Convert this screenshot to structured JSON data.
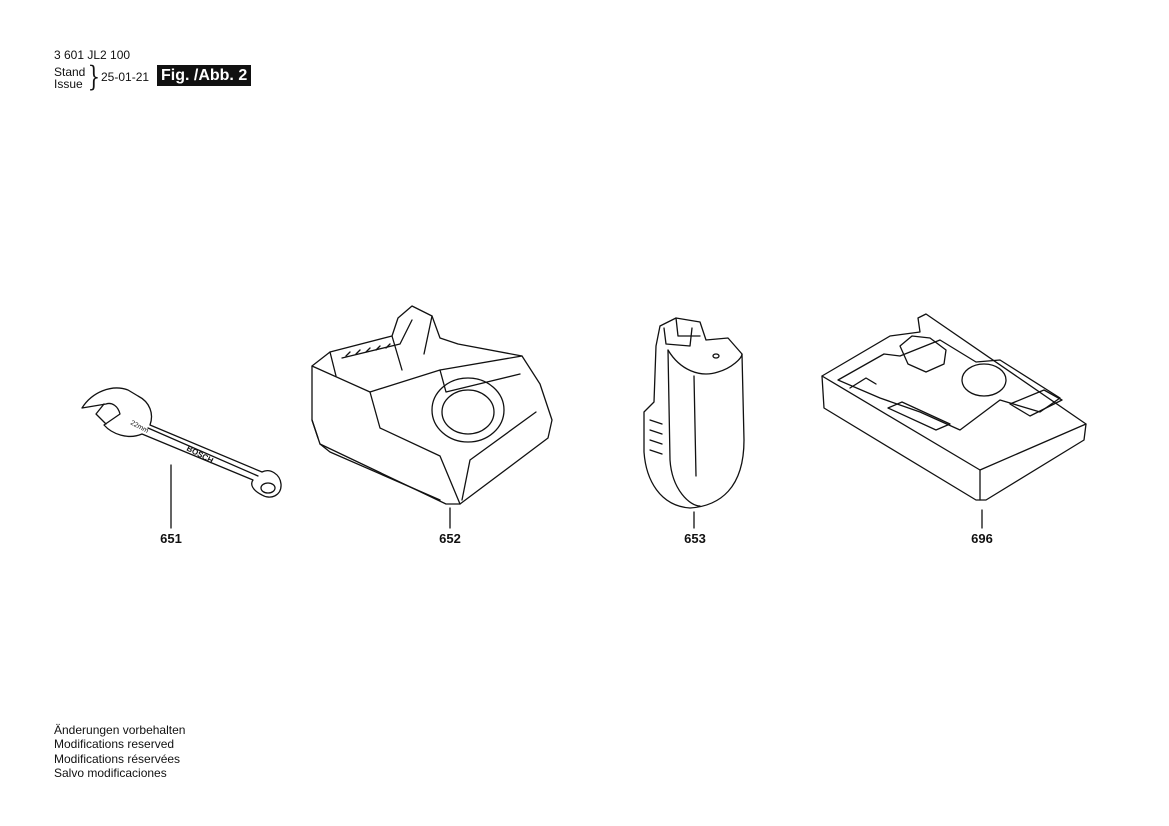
{
  "header": {
    "code": "3 601 JL2 100",
    "stand_label": "Stand",
    "issue_label": "Issue",
    "brace": "}",
    "date": "25-01-21",
    "figure_label": "Fig. /Abb. 2"
  },
  "parts": [
    {
      "number": "651",
      "name": "spanner",
      "engraving_brand": "BOSCH",
      "engraving_size": "22mm"
    },
    {
      "number": "652",
      "name": "charger"
    },
    {
      "number": "653",
      "name": "battery"
    },
    {
      "number": "696",
      "name": "case-insert"
    }
  ],
  "footer": {
    "lines": [
      "Änderungen vorbehalten",
      "Modifications reserved",
      "Modifications réservées",
      "Salvo modificaciones"
    ]
  }
}
